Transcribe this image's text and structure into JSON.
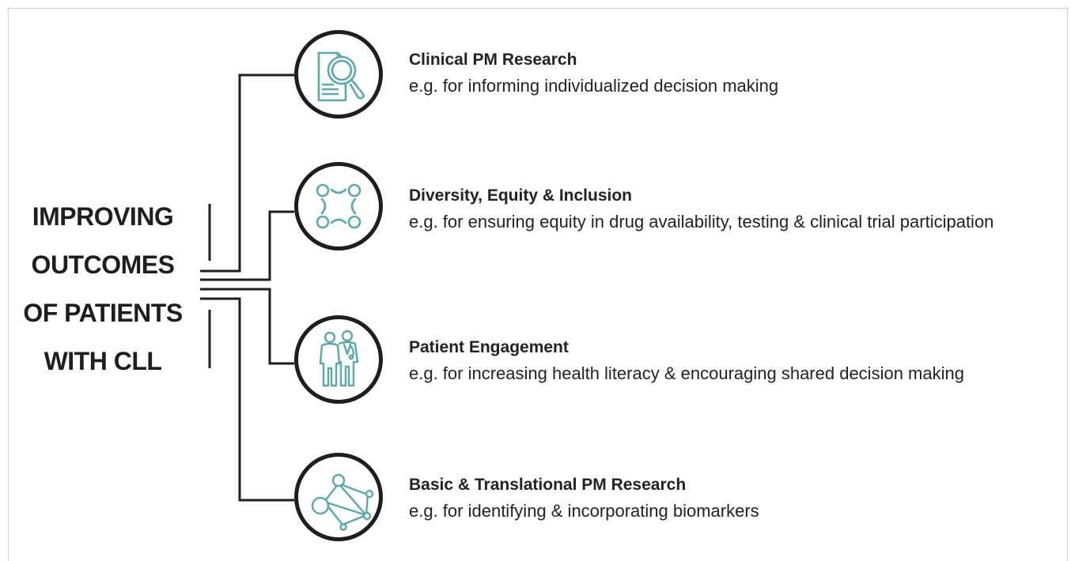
{
  "diagram": {
    "central_label_lines": [
      "IMPROVING",
      "OUTCOMES",
      "OF PATIENTS",
      "WITH CLL"
    ],
    "colors": {
      "line": "#1e1e1e",
      "icon": "#5aa9a9",
      "text": "#222222"
    },
    "branches": [
      {
        "title": "Clinical PM Research",
        "description": "e.g. for informing individualized decision making",
        "icon": "document-magnifier-icon"
      },
      {
        "title": "Diversity, Equity & Inclusion",
        "description": "e.g. for ensuring equity in drug availability, testing & clinical trial participation",
        "icon": "connected-circles-icon"
      },
      {
        "title": "Patient Engagement",
        "description": "e.g. for increasing health literacy & encouraging shared decision making",
        "icon": "patient-doctor-icon"
      },
      {
        "title": "Basic & Translational PM Research",
        "description": "e.g. for identifying & incorporating biomarkers",
        "icon": "network-nodes-icon"
      }
    ]
  }
}
